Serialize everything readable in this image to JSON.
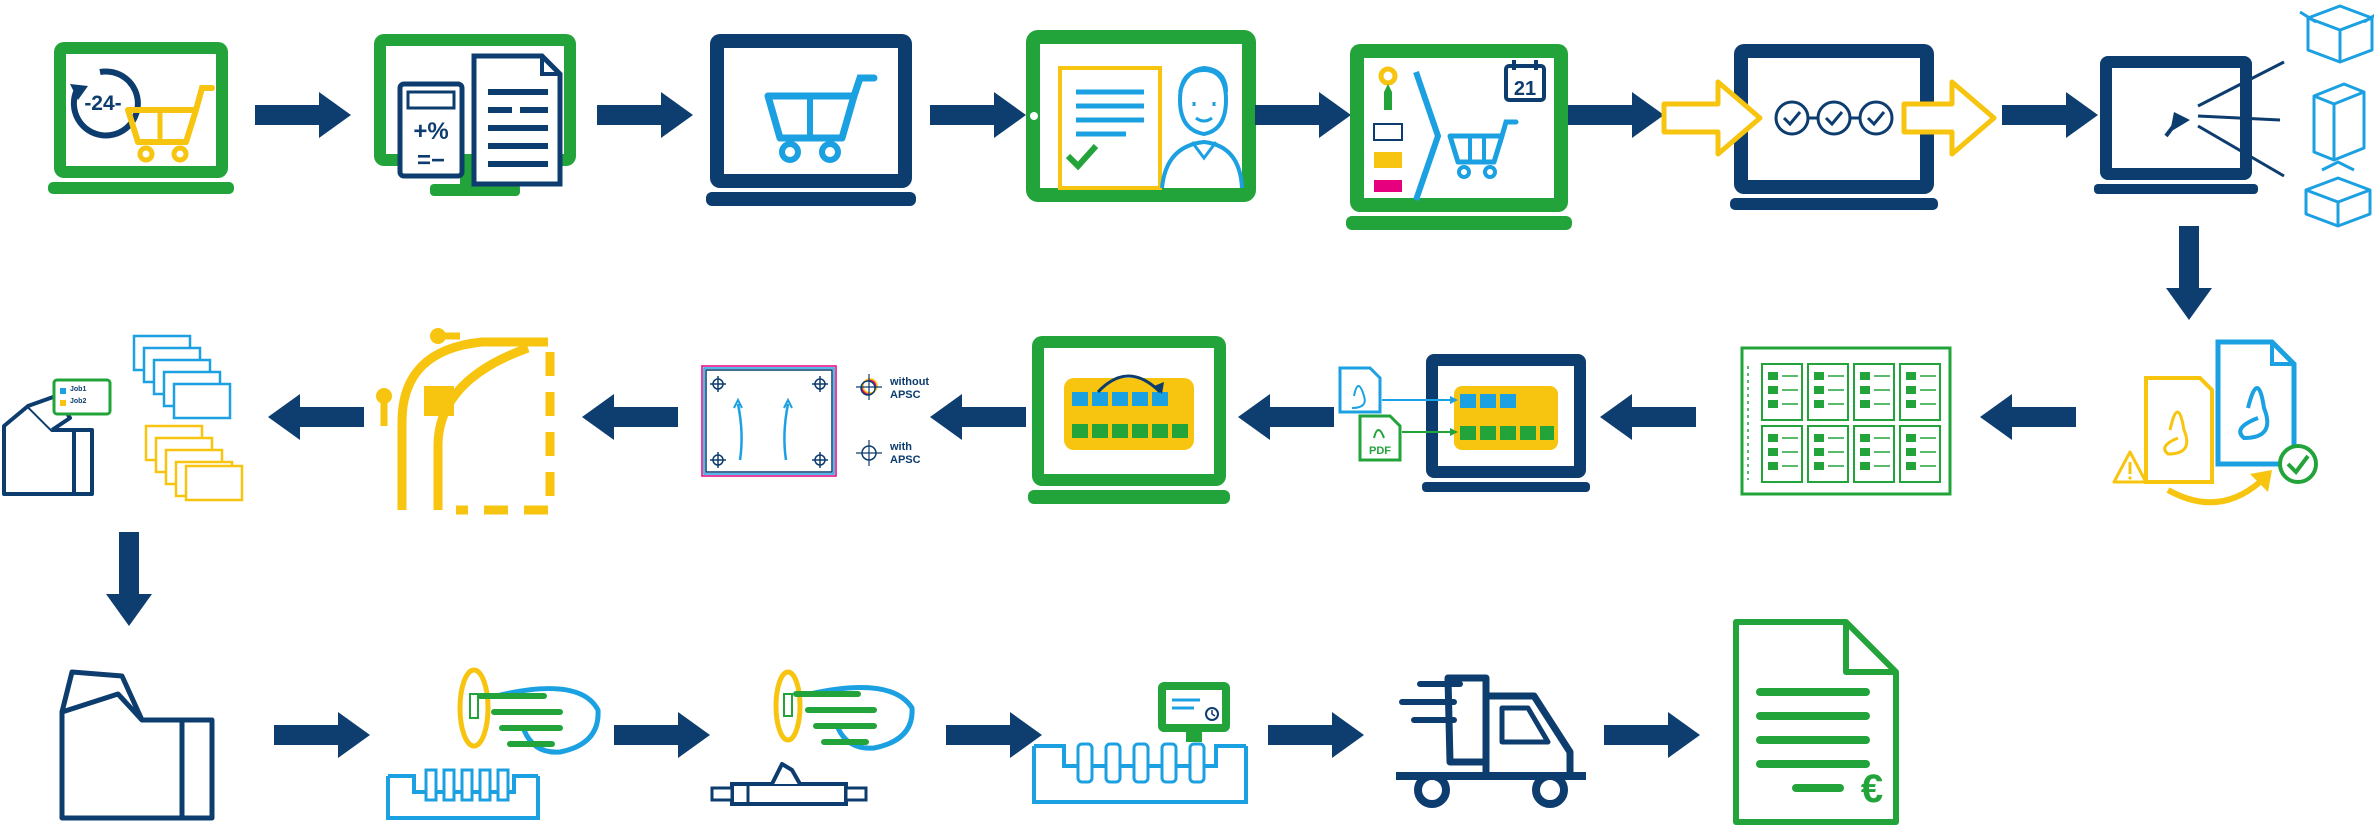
{
  "colors": {
    "navy": "#0d3c6e",
    "green": "#22a43a",
    "blue": "#1ba0e2",
    "yellow": "#f7c50f",
    "magenta": "#e6007e",
    "arrow": "#0e3e6f"
  },
  "steps": [
    {
      "id": "online-shop-24h",
      "icon": "laptop-24h-shopping-cart-icon",
      "badge": "-24-"
    },
    {
      "id": "price-calculation",
      "icon": "monitor-calculator-document-icon",
      "calc_symbols": "+%"
    },
    {
      "id": "web-to-print-shop",
      "icon": "laptop-shopping-cart-icon"
    },
    {
      "id": "customer-service",
      "icon": "tablet-document-person-icon"
    },
    {
      "id": "order-configuration",
      "icon": "laptop-options-cart-calendar-icon",
      "calendar_day": "21"
    },
    {
      "id": "workflow-automation",
      "icon": "laptop-checkmarks-process-icon"
    },
    {
      "id": "product-selection",
      "icon": "laptop-cursor-boxes-icon"
    },
    {
      "id": "pdf-preflight",
      "icon": "pdf-warning-check-icon"
    },
    {
      "id": "imposition-sheet",
      "icon": "imposition-sheet-icon"
    },
    {
      "id": "pdf-to-layout",
      "icon": "pdf-laptop-layout-icon",
      "pdf_label": "PDF"
    },
    {
      "id": "job-reorder",
      "icon": "laptop-reorder-jobs-icon"
    },
    {
      "id": "apsc-register",
      "icon": "plate-registration-icon",
      "label_without": "without",
      "label_with": "with",
      "label_apsc": "APSC"
    },
    {
      "id": "cutting-curve",
      "icon": "cutting-curve-icon"
    },
    {
      "id": "job-sorting",
      "icon": "job-sorting-icon",
      "job1": "Job1",
      "job2": "Job2"
    },
    {
      "id": "folding-box",
      "icon": "folding-box-icon"
    },
    {
      "id": "plate-mounting",
      "icon": "hand-plate-mounting-icon"
    },
    {
      "id": "plate-loading",
      "icon": "hand-plate-loading-icon"
    },
    {
      "id": "press-run",
      "icon": "press-with-display-icon"
    },
    {
      "id": "delivery",
      "icon": "delivery-truck-icon"
    },
    {
      "id": "invoice",
      "icon": "invoice-euro-icon",
      "currency": "€"
    }
  ]
}
